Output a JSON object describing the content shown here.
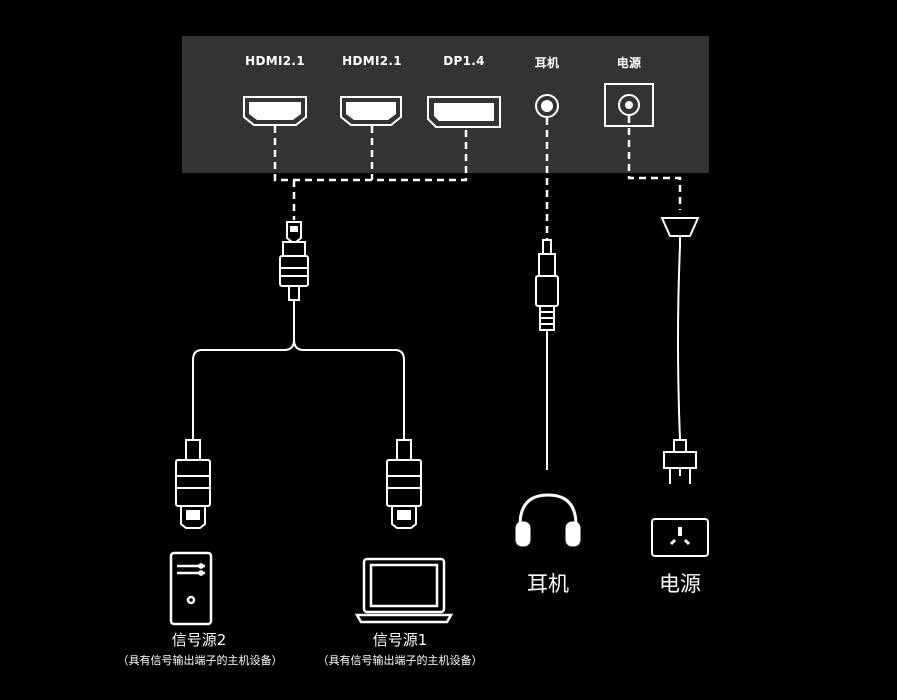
{
  "panel": {
    "ports": [
      {
        "label": "HDMI2.1"
      },
      {
        "label": "HDMI2.1"
      },
      {
        "label": "DP1.4"
      },
      {
        "label": "耳机"
      },
      {
        "label": "电源"
      }
    ]
  },
  "devices": {
    "source2": {
      "label": "信号源2",
      "sub": "（具有信号输出端子的主机设备）"
    },
    "source1": {
      "label": "信号源1",
      "sub": "（具有信号输出端子的主机设备）"
    },
    "headphone": {
      "label": "耳机"
    },
    "power": {
      "label": "电源"
    }
  },
  "colors": {
    "background": "#000000",
    "panel": "#333333",
    "line": "#ffffff"
  }
}
